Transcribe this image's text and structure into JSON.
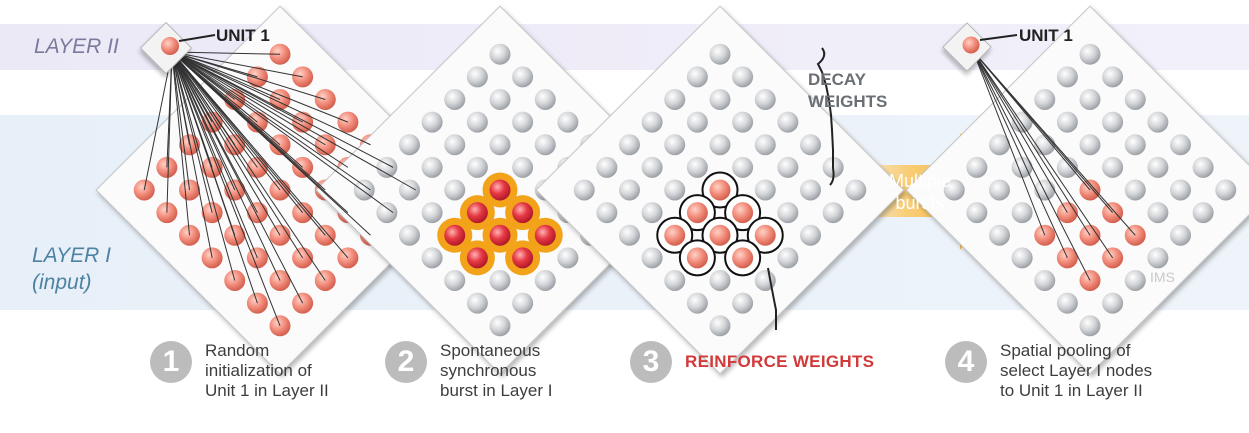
{
  "layers": {
    "layer2": "LAYER II",
    "layer1": "LAYER I",
    "layer1_sub": "(input)"
  },
  "labels": {
    "unit1": "UNIT 1",
    "unit1_right": "UNIT 1",
    "decay_line1": "DECAY",
    "decay_line2": "WEIGHTS",
    "arrow_line1": "Multiple",
    "arrow_line2": "bursts"
  },
  "steps": [
    {
      "number": "1",
      "lines": [
        "Random",
        "initialization of",
        "Unit 1 in Layer II"
      ]
    },
    {
      "number": "2",
      "lines": [
        "Spontaneous",
        "synchronous",
        "burst in Layer I"
      ]
    },
    {
      "number": "3",
      "lines": [
        "REINFORCE WEIGHTS"
      ]
    },
    {
      "number": "4",
      "lines": [
        "Spatial pooling of",
        "select Layer I nodes",
        "to Unit 1 in Layer II"
      ]
    }
  ],
  "watermark": "IMS",
  "colors": {
    "node_active": "#f08a7a",
    "node_inactive": "#c9ccd0",
    "burst_halo": "#f2a31a",
    "burst_node": "#e5313b",
    "arrow": "#f7b531",
    "reinforce_text": "#d23a3a"
  }
}
